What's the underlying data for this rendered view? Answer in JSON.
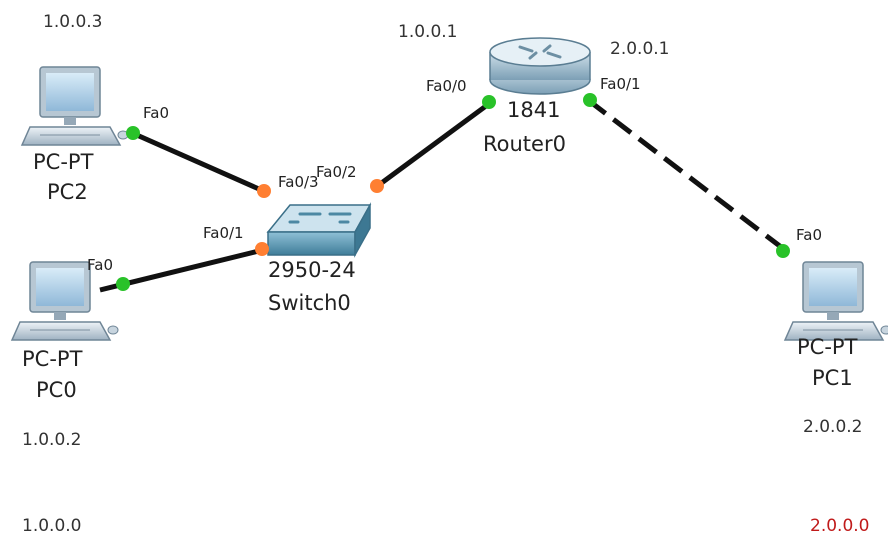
{
  "devices": {
    "pc2": {
      "model": "PC-PT",
      "name": "PC2",
      "ip": "1.0.0.3",
      "port": "Fa0"
    },
    "pc0": {
      "model": "PC-PT",
      "name": "PC0",
      "ip": "1.0.0.2",
      "port": "Fa0"
    },
    "pc1": {
      "model": "PC-PT",
      "name": "PC1",
      "ip": "2.0.0.2",
      "port": "Fa0"
    },
    "switch0": {
      "model": "2950-24",
      "name": "Switch0",
      "ports": [
        "Fa0/3",
        "Fa0/1",
        "Fa0/2"
      ]
    },
    "router0": {
      "model": "1841",
      "name": "Router0",
      "ip_left": "1.0.0.1",
      "ip_right": "2.0.0.1",
      "ports": [
        "Fa0/0",
        "Fa0/1"
      ]
    }
  },
  "networks": {
    "left": "1.0.0.0",
    "right": "2.0.0.0"
  },
  "colors": {
    "link_up": "#29c229",
    "link_init": "#ff7f32",
    "network_right": "#c01a1a",
    "cable": "#111111"
  }
}
